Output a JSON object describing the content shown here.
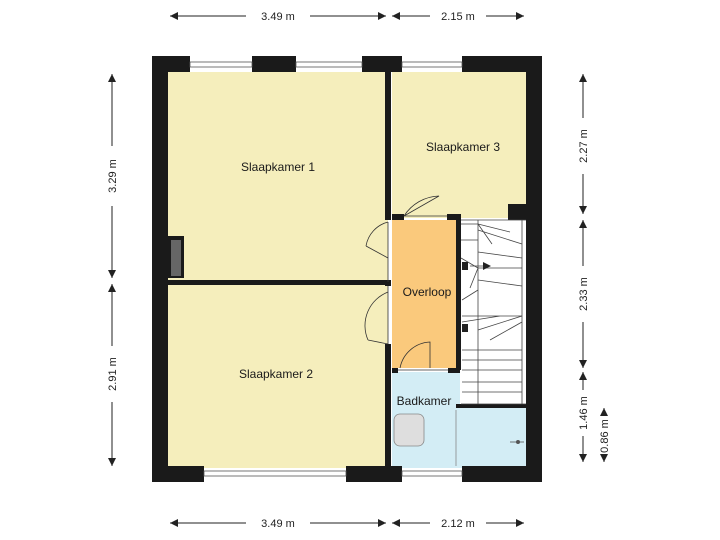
{
  "rooms": {
    "slaapkamer1": "Slaapkamer 1",
    "slaapkamer2": "Slaapkamer 2",
    "slaapkamer3": "Slaapkamer 3",
    "overloop": "Overloop",
    "badkamer": "Badkamer"
  },
  "dimensions": {
    "top_left": "3.49 m",
    "top_right": "2.15 m",
    "bottom_left": "3.49 m",
    "bottom_right": "2.12 m",
    "left_upper": "3.29 m",
    "left_lower": "2.91 m",
    "right_upper": "2.27 m",
    "right_middle": "2.33 m",
    "right_lower_a": "1.46 m",
    "right_lower_b": "0.86 m"
  },
  "colors": {
    "bedroom": "#f5eebc",
    "landing": "#fac97c",
    "bathroom": "#d3edf5",
    "wall": "#1a1a1a"
  }
}
